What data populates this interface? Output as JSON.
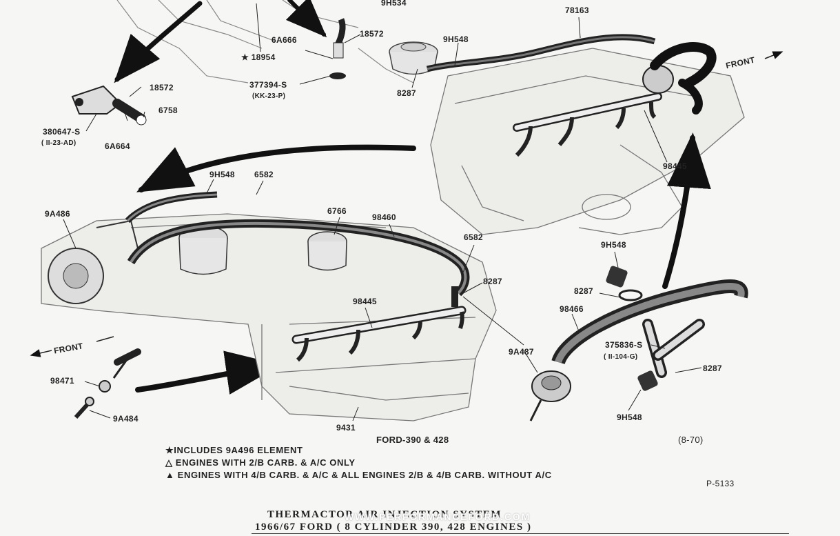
{
  "labels": {
    "l_9h534": "9H534",
    "l_78163": "78163",
    "l_6a666": "6A666",
    "l_18572a": "18572",
    "l_18954": "★ 18954",
    "l_9h548a": "9H548",
    "l_377394": "377394-S",
    "l_kk23p": "(KK-23-P)",
    "l_8287a": "8287",
    "l_18572b": "18572",
    "l_6758": "6758",
    "l_380647": "380647-S",
    "l_ii23ad": "( II-23-AD)",
    "l_6a664": "6A664",
    "l_front1": "FRONT",
    "l_98445a": "98445",
    "l_9h548b": "9H548",
    "l_6582a": "6582",
    "l_9a486": "9A486",
    "l_6766": "6766",
    "l_98460": "98460",
    "l_6582b": "6582",
    "l_8287b": "8287",
    "l_98445b": "98445",
    "l_9h548c": "9H548",
    "l_8287c": "8287",
    "l_98466": "98466",
    "l_375836": "375836-S",
    "l_ii104g": "( II-104-G)",
    "l_8287d": "8287",
    "l_9a487": "9A487",
    "l_front2": "FRONT",
    "l_98471": "98471",
    "l_9a484": "9A484",
    "l_9431": "9431",
    "l_9h548d": "9H548",
    "l_ford": "FORD-390 & 428",
    "l_870": "(8-70)",
    "l_p5133": "P-5133"
  },
  "notes": [
    "★INCLUDES 9A496 ELEMENT",
    "△ ENGINES WITH 2/B CARB. & A/C ONLY",
    "▲ ENGINES WITH 4/B CARB.  & A/C & ALL ENGINES 2/B & 4/B CARB. WITHOUT A/C"
  ],
  "caption": {
    "line1": "THERMACTOR AIR INJECTION SYSTEM",
    "line2": "1966/67   FORD  ( 8 CYLINDER 390, 428 ENGINES )"
  },
  "watermark": "WWW.PERFORMANCEFORD.COM"
}
